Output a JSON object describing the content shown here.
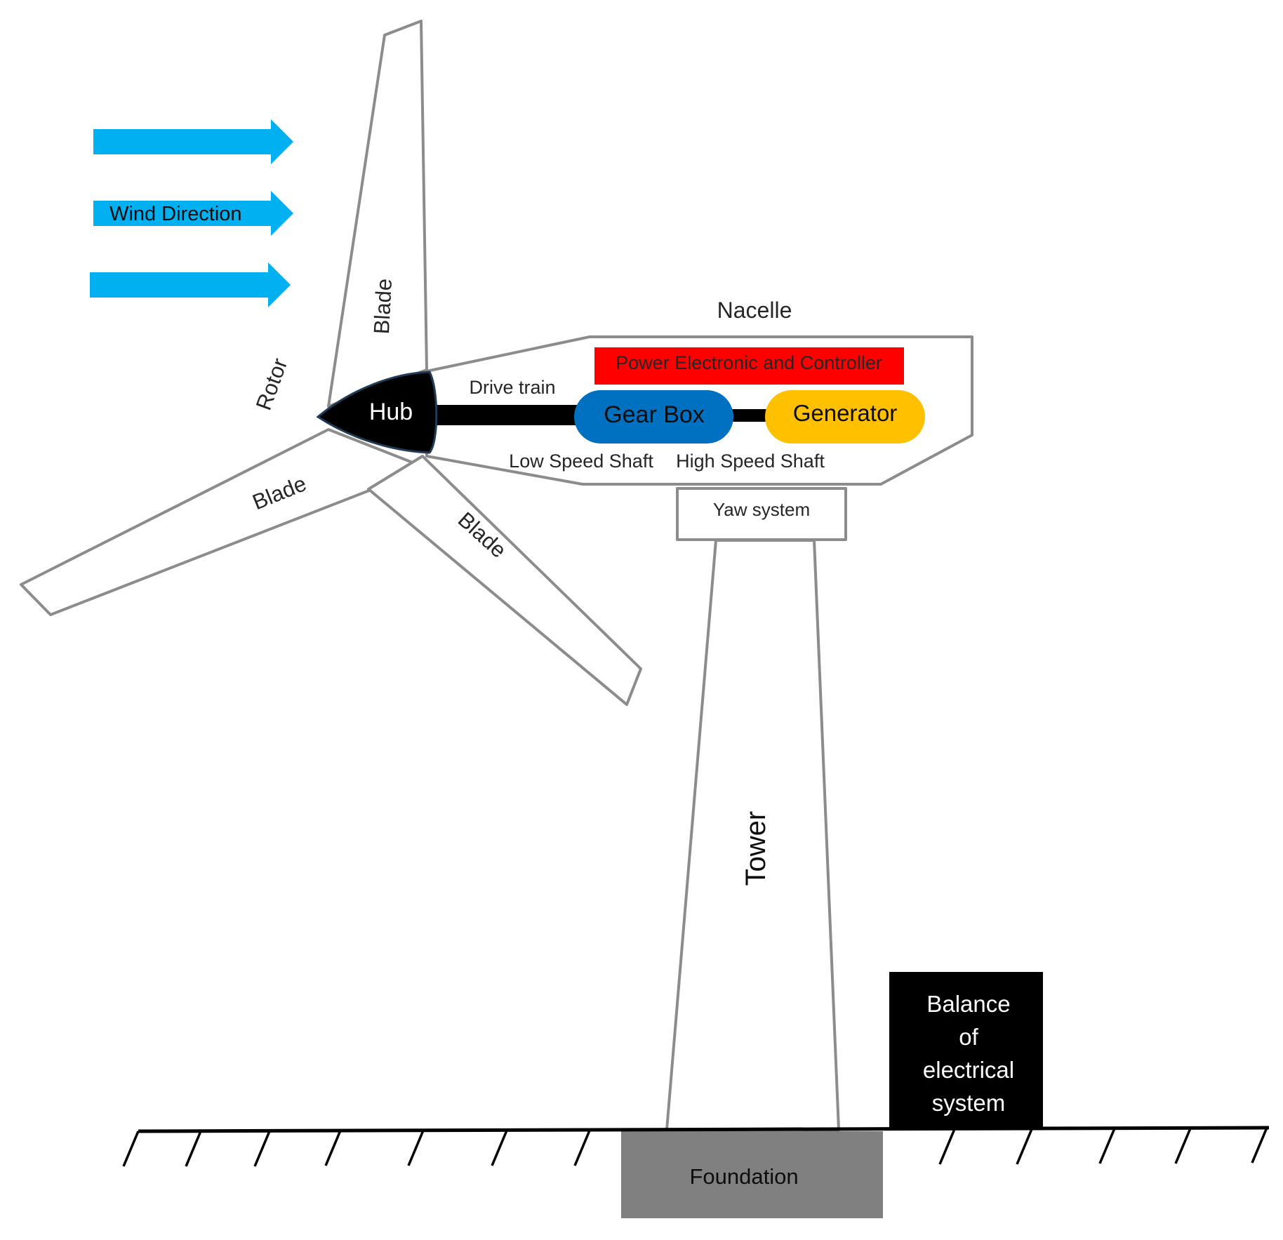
{
  "labels": {
    "wind_direction": "Wind Direction",
    "blade_top": "Blade",
    "blade_left": "Blade",
    "blade_lower": "Blade",
    "rotor": "Rotor",
    "hub": "Hub",
    "nacelle": "Nacelle",
    "power_electronic": "Power Electronic and Controller",
    "drive_train": "Drive train",
    "gear_box": "Gear Box",
    "generator": "Generator",
    "low_speed_shaft": "Low Speed Shaft",
    "high_speed_shaft": "High Speed Shaft",
    "yaw_system": "Yaw system",
    "tower": "Tower",
    "balance_line1": "Balance",
    "balance_line2": "of",
    "balance_line3": "electrical",
    "balance_line4": "system",
    "foundation": "Foundation"
  },
  "colors": {
    "wind_arrow": "#00b0f0",
    "power_electronic": "#ff0000",
    "gear_box": "#0070c0",
    "generator": "#ffc000",
    "hub": "#000000",
    "balance_box": "#000000",
    "foundation": "#808080",
    "outline": "#8c8c8c"
  }
}
